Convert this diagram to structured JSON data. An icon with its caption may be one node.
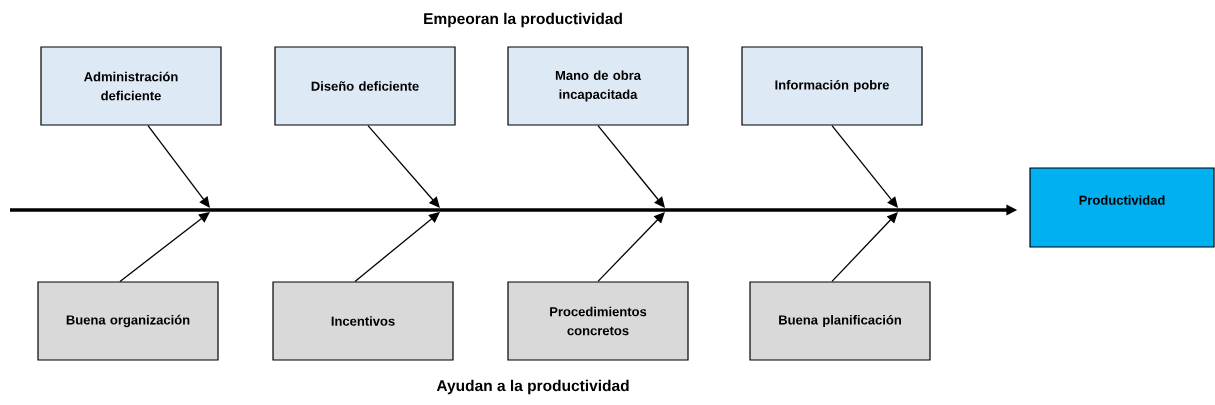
{
  "diagram": {
    "nodes": [
      {
        "text": [
          "Administración deficiente"
        ]
      },
      {
        "text": [
          "Diseño deficiente"
        ]
      },
      {
        "text": [
          "Mano de obra incapacitada"
        ]
      },
      {
        "text": [
          "Información pobre"
        ]
      },
      {
        "text": [
          "Productividad"
        ]
      },
      {
        "text": [
          "Buena organización"
        ]
      },
      {
        "text": [
          "Incentivos"
        ]
      },
      {
        "text": [
          "Procedimientos concretos"
        ]
      },
      {
        "text": [
          "Buena planificación"
        ]
      }
    ],
    "edges": [
      {
        "from": null,
        "to": 4,
        "arrow": "to",
        "style": "thick"
      },
      {
        "from": 0,
        "to": null,
        "arrow": "to"
      },
      {
        "from": 1,
        "to": null,
        "arrow": "to"
      },
      {
        "from": 2,
        "to": null,
        "arrow": "to"
      },
      {
        "from": 3,
        "to": null,
        "arrow": "to"
      },
      {
        "from": 5,
        "to": null,
        "arrow": "to"
      },
      {
        "from": 6,
        "to": null,
        "arrow": "to"
      },
      {
        "from": 7,
        "to": null,
        "arrow": "to"
      },
      {
        "from": 8,
        "to": null,
        "arrow": "to"
      }
    ],
    "labels": [
      "Empeoran la productividad",
      "Ayudan a la productividad"
    ]
  }
}
